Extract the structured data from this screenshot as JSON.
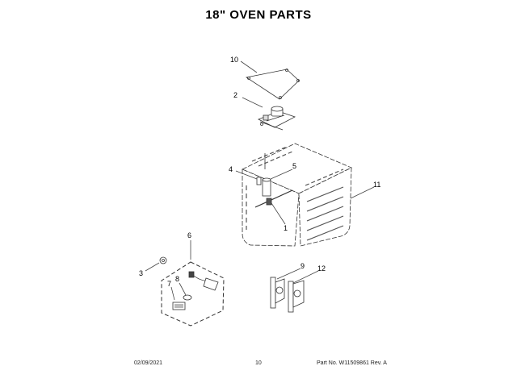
{
  "page": {
    "title": "18\" OVEN PARTS"
  },
  "callouts": [
    {
      "id": "10",
      "label": "10"
    },
    {
      "id": "2",
      "label": "2"
    },
    {
      "id": "4",
      "label": "4"
    },
    {
      "id": "5",
      "label": "5"
    },
    {
      "id": "1",
      "label": "1"
    },
    {
      "id": "11",
      "label": "11"
    },
    {
      "id": "6",
      "label": "6"
    },
    {
      "id": "3",
      "label": "3"
    },
    {
      "id": "7",
      "label": "7"
    },
    {
      "id": "8",
      "label": "8"
    },
    {
      "id": "9",
      "label": "9"
    },
    {
      "id": "12",
      "label": "12"
    }
  ],
  "footer": {
    "date": "02/09/2021",
    "page_number": "10",
    "part_number": "Part No. W11509861  Rev. A"
  }
}
